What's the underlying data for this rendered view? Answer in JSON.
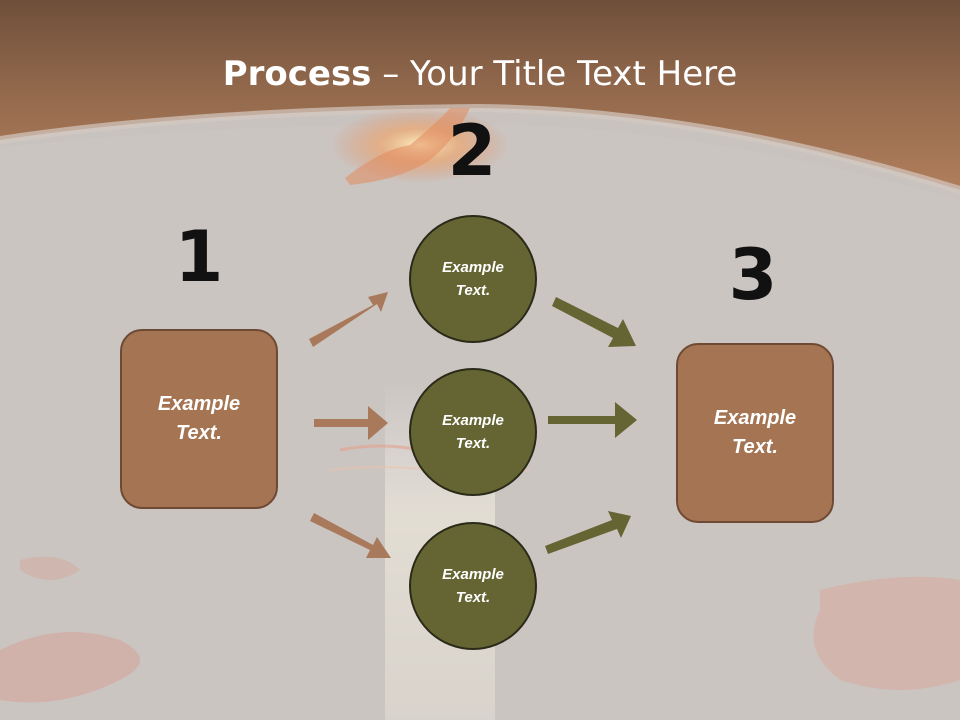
{
  "title": {
    "bold": "Process",
    "rest": " – Your Title Text Here"
  },
  "steps": [
    {
      "number": "1",
      "line1": "Example",
      "line2": "Text."
    },
    {
      "number": "2",
      "items": [
        {
          "line1": "Example",
          "line2": "Text."
        },
        {
          "line1": "Example",
          "line2": "Text."
        },
        {
          "line1": "Example",
          "line2": "Text."
        }
      ]
    },
    {
      "number": "3",
      "line1": "Example",
      "line2": "Text."
    }
  ],
  "colors": {
    "box_fill": "#a57553",
    "circle_fill": "#646533",
    "arrow_brown": "#a8795a",
    "arrow_olive": "#646533",
    "header_band": "#9a6b4c"
  }
}
